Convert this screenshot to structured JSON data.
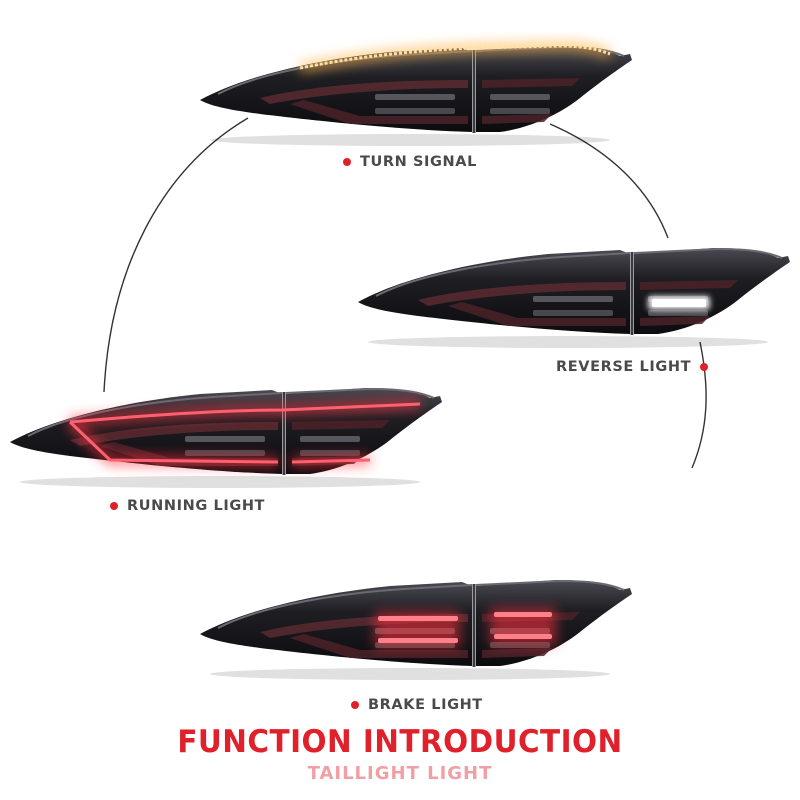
{
  "labels": {
    "turn": "TURN SIGNAL",
    "reverse": "REVERSE LIGHT",
    "running": "RUNNING LIGHT",
    "brake": "BRAKE LIGHT"
  },
  "title": "FUNCTION INTRODUCTION",
  "subtitle": "TAILLIGHT LIGHT",
  "colors": {
    "title": "#e0202a",
    "subtitle": "#f0a0a4",
    "dot": "#e0202a",
    "amber": "#ffb347",
    "red": "#ff3040",
    "white": "#ffffff",
    "lamp_body": "#1c1c20"
  }
}
